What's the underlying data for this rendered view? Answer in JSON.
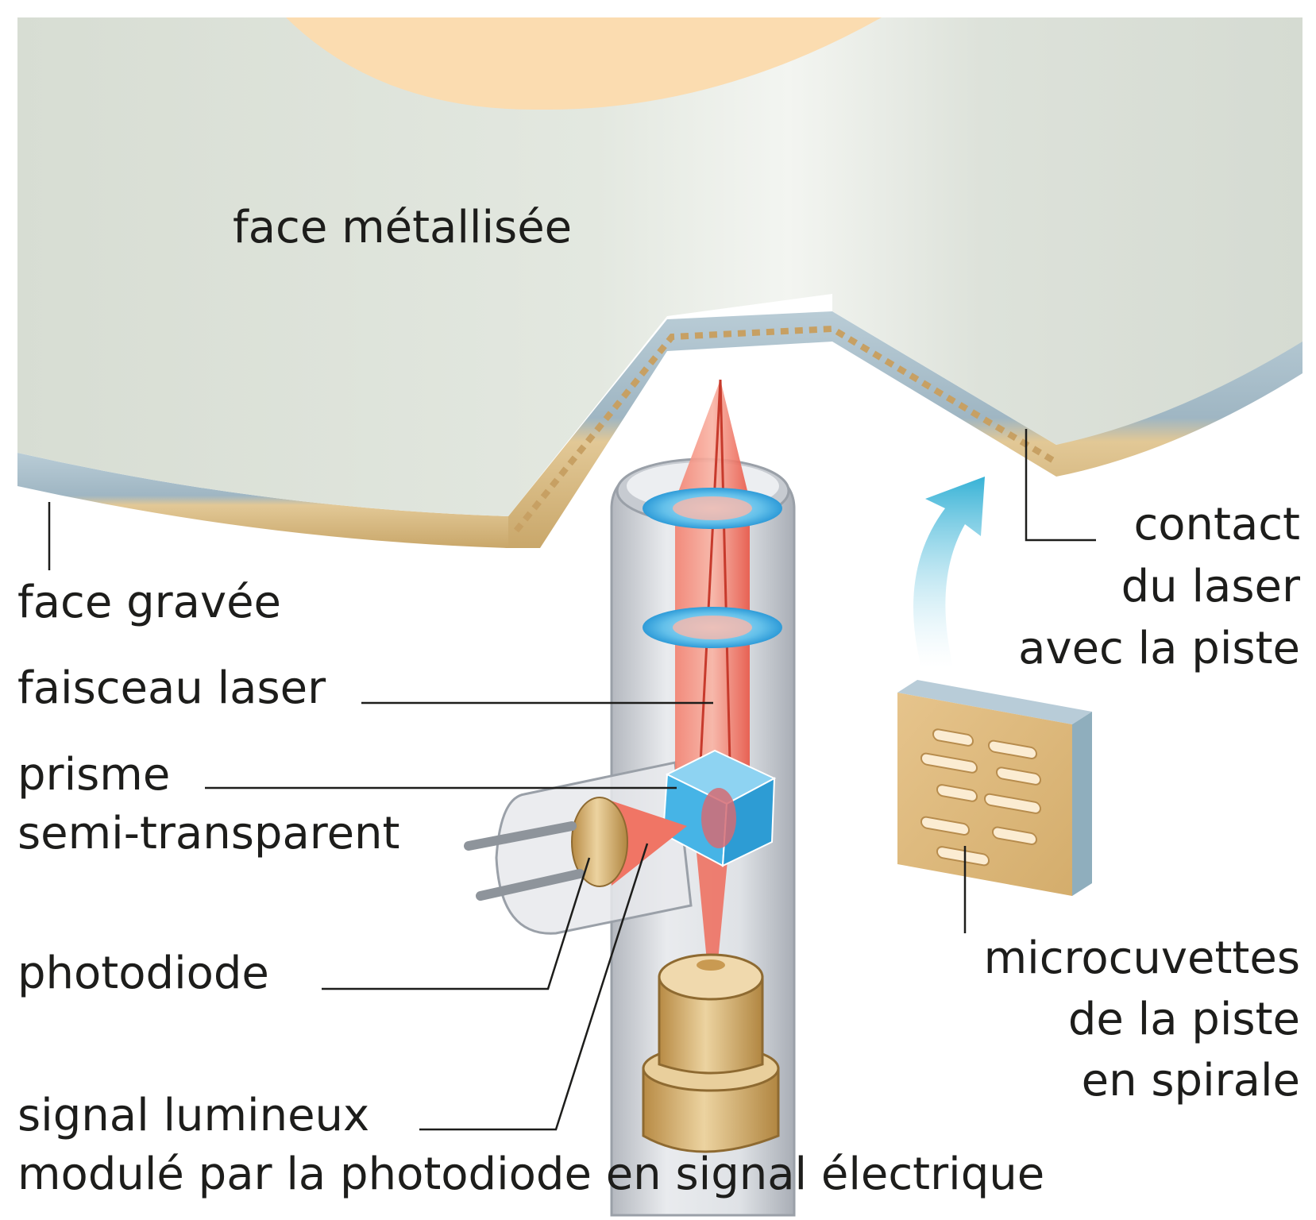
{
  "labels": {
    "face_metallisee": "face métallisée",
    "face_gravee": "face gravée",
    "faisceau_laser": "faisceau laser",
    "prisme_line1": "prisme",
    "prisme_line2": "semi-transparent",
    "photodiode": "photodiode",
    "signal_line1": "signal lumineux",
    "signal_line2": "modulé par la photodiode en signal électrique",
    "contact_line1": "contact",
    "contact_line2": "du laser",
    "contact_line3": "avec la piste",
    "micro_line1": "microcuvettes",
    "micro_line2": "de la piste",
    "micro_line3": "en spirale"
  },
  "colors": {
    "disc_face": "#dfe4dc",
    "disc_edge_blue": "#a9bfcb",
    "disc_edge_gold": "#dcc08a",
    "hub": "#fbdcb0",
    "laser": "#f0695a",
    "lens": "#3aa7e0",
    "prism": "#46b4e6",
    "brass": "#c99a52",
    "arrow": "#3bb3d6",
    "leader": "#1d1d1b"
  }
}
